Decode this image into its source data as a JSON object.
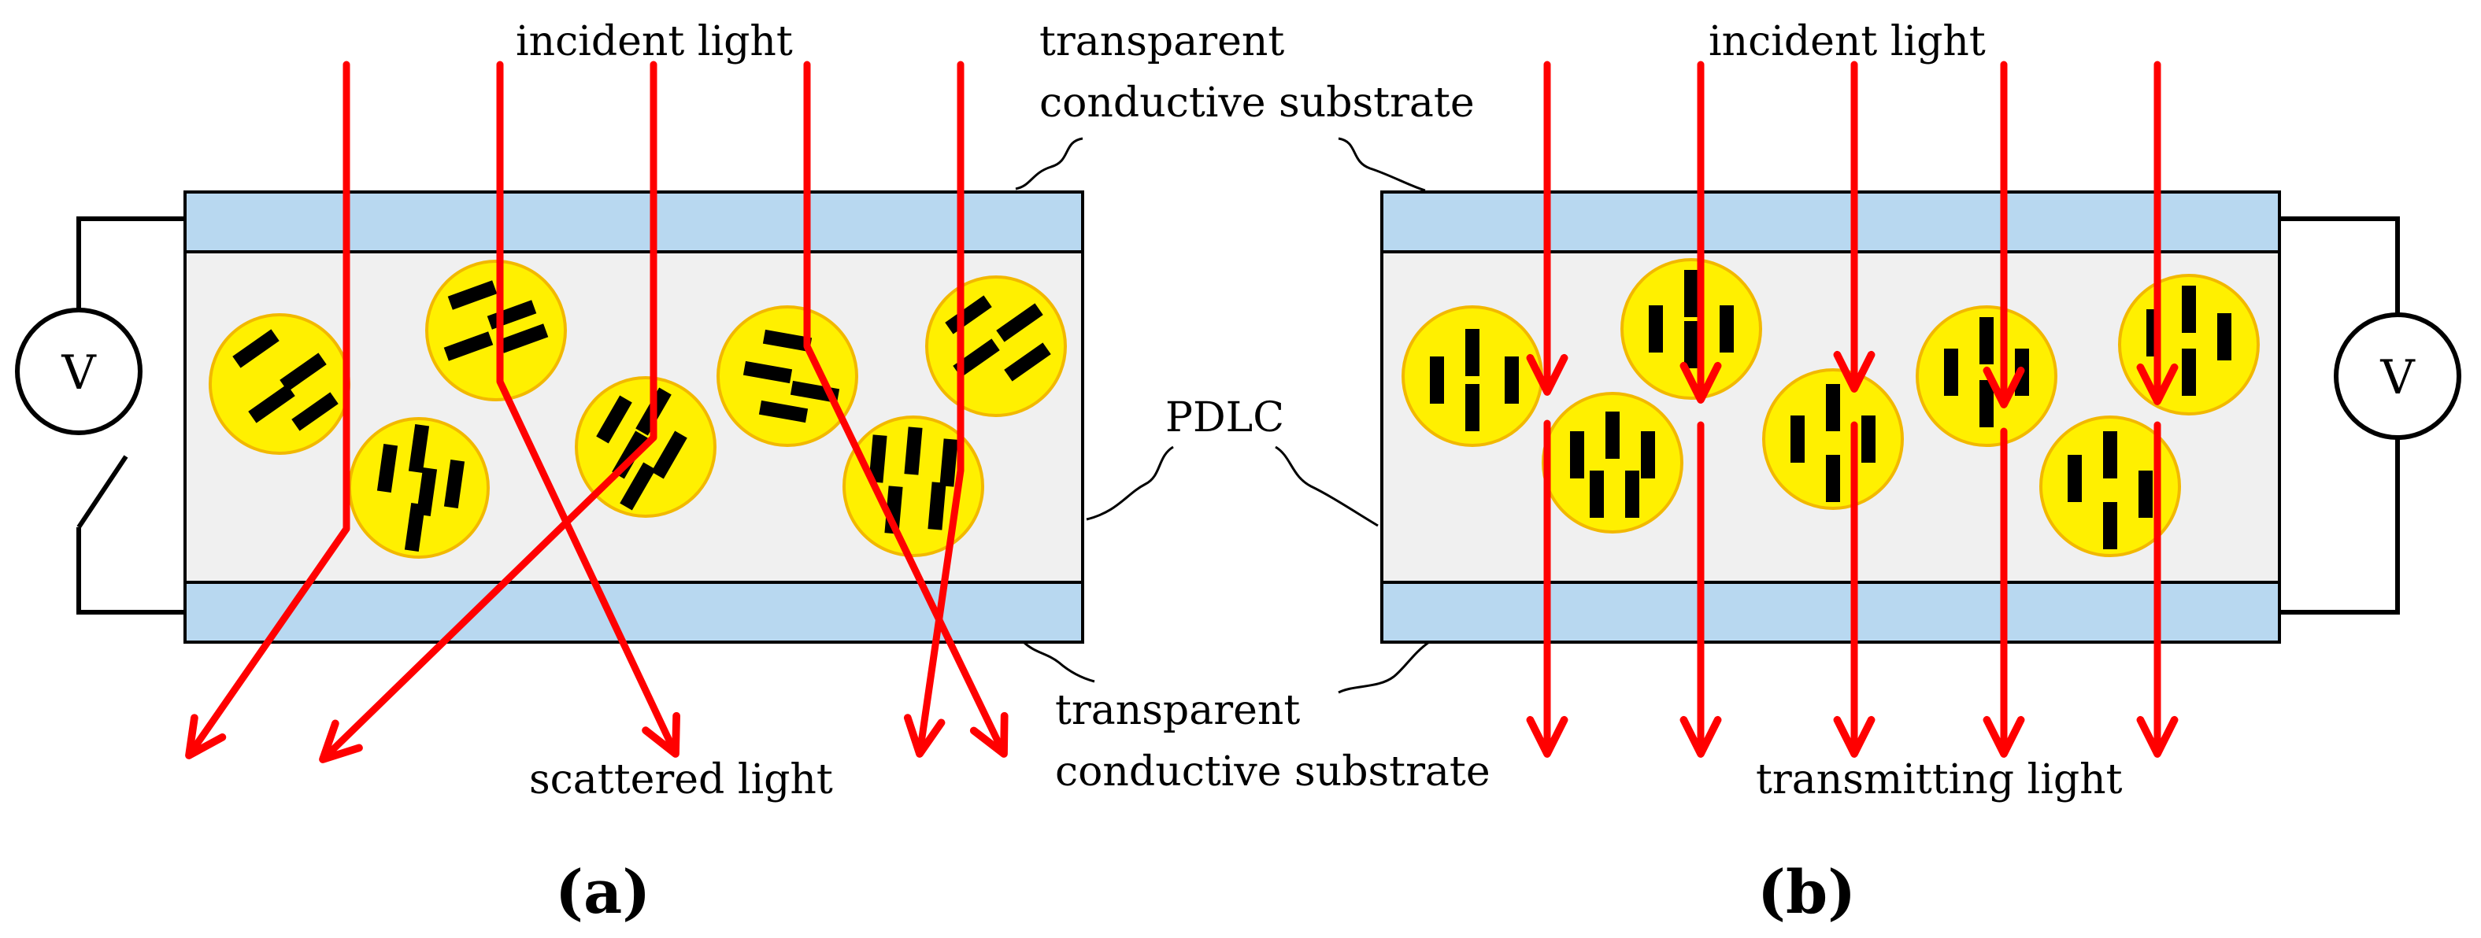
{
  "panel_a": {
    "label": "(a)",
    "incident_label": "incident light",
    "output_label": "scattered light",
    "voltmeter_label": "V"
  },
  "panel_b": {
    "label": "(b)",
    "incident_label": "incident light",
    "output_label": "transmitting light",
    "voltmeter_label": "V"
  },
  "labels": {
    "top_substrate_line1": "transparent",
    "top_substrate_line2": "conductive substrate",
    "pdlc": "PDLC",
    "bottom_substrate_line1": "transparent",
    "bottom_substrate_line2": "conductive substrate"
  },
  "colors": {
    "light_ray": "#ff0000",
    "substrate": "#b8d8f0",
    "pdlc_layer": "#f0f0f0",
    "droplet_fill": "#fff000",
    "droplet_edge": "#f2b800",
    "liquid_crystal": "#000000"
  }
}
